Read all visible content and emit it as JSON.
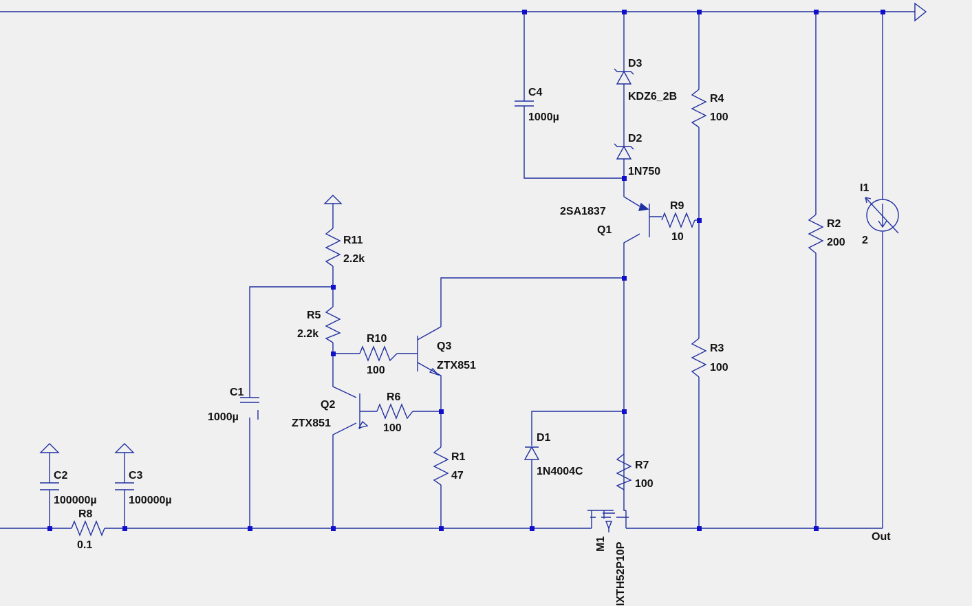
{
  "colors": {
    "background": "#f0f0f0",
    "wire": "#2030a0",
    "junction": "#1010cc",
    "text": "#111111"
  },
  "net_labels": {
    "out": "Out"
  },
  "components": {
    "R1": {
      "ref": "R1",
      "value": "47"
    },
    "R2": {
      "ref": "R2",
      "value": "200"
    },
    "R3": {
      "ref": "R3",
      "value": "100"
    },
    "R4": {
      "ref": "R4",
      "value": "100"
    },
    "R5": {
      "ref": "R5",
      "value": "2.2k"
    },
    "R6": {
      "ref": "R6",
      "value": "100"
    },
    "R7": {
      "ref": "R7",
      "value": "100"
    },
    "R8": {
      "ref": "R8",
      "value": "0.1"
    },
    "R9": {
      "ref": "R9",
      "value": "10"
    },
    "R10": {
      "ref": "R10",
      "value": "100"
    },
    "R11": {
      "ref": "R11",
      "value": "2.2k"
    },
    "C1": {
      "ref": "C1",
      "value": "1000µ"
    },
    "C2": {
      "ref": "C2",
      "value": "100000µ"
    },
    "C3": {
      "ref": "C3",
      "value": "100000µ"
    },
    "C4": {
      "ref": "C4",
      "value": "1000µ"
    },
    "D1": {
      "ref": "D1",
      "value": "1N4004C"
    },
    "D2": {
      "ref": "D2",
      "value": "1N750"
    },
    "D3": {
      "ref": "D3",
      "value": "KDZ6_2B"
    },
    "Q1": {
      "ref": "Q1",
      "value": "2SA1837"
    },
    "Q2": {
      "ref": "Q2",
      "value": "ZTX851"
    },
    "Q3": {
      "ref": "Q3",
      "value": "ZTX851"
    },
    "M1": {
      "ref": "M1",
      "value": "IXTH52P10P"
    },
    "I1": {
      "ref": "I1",
      "value": "2"
    }
  }
}
